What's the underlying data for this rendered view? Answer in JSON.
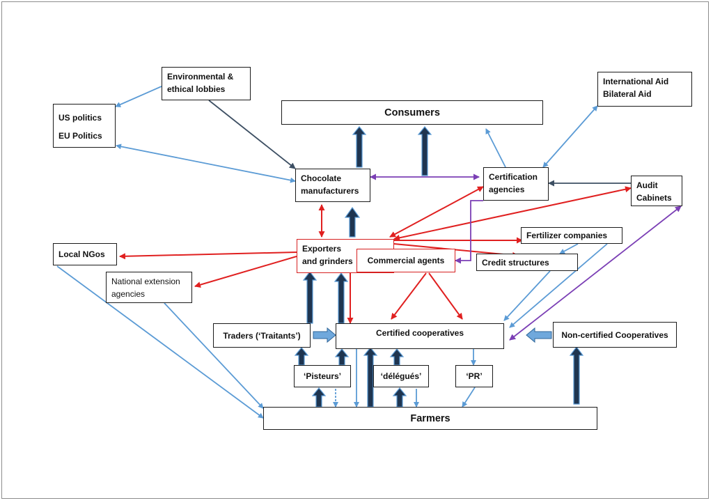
{
  "diagram": {
    "nodes": {
      "consumers": "Consumers",
      "farmers": "Farmers",
      "env_lobbies": [
        "Environmental &",
        "ethical lobbies"
      ],
      "politics": [
        "US politics",
        "EU Politics"
      ],
      "intl_aid": [
        "International Aid",
        "Bilateral Aid"
      ],
      "chocolate": [
        "Chocolate",
        "manufacturers"
      ],
      "certification": [
        "Certification",
        "agencies"
      ],
      "audit": [
        "Audit",
        "Cabinets"
      ],
      "local_ngos": "Local NGos",
      "exporters": [
        "Exporters",
        "and grinders"
      ],
      "commercial_agents": "Commercial agents",
      "fertilizer": "Fertilizer companies",
      "credit": "Credit structures",
      "national_ext": [
        "National extension",
        "agencies"
      ],
      "traders": "Traders (‘Traitants’)",
      "certified_coop": "Certified cooperatives",
      "noncertified_coop": "Non-certified Cooperatives",
      "pisteurs": "‘Pisteurs’",
      "delegues": "‘délégués’",
      "pr": "‘PR’"
    },
    "colors": {
      "blue": "#5b9bd5",
      "red": "#e02020",
      "purple": "#7b3fb5",
      "dark": "#1f3550",
      "slate": "#3d4f63"
    }
  }
}
